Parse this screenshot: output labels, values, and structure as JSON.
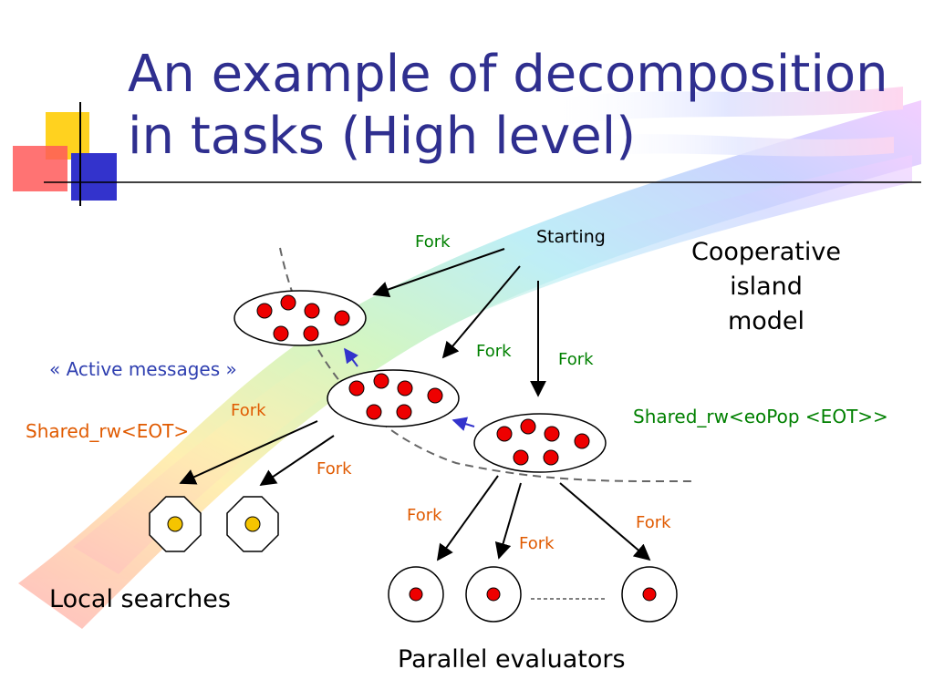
{
  "title": {
    "line1": "An example of decomposition",
    "line2": "in tasks (High level)"
  },
  "labels": {
    "starting": "Starting",
    "model": [
      "Cooperative",
      "island",
      "model"
    ],
    "active_messages": "« Active messages »",
    "shared_rw_eot": "Shared_rw<EOT>",
    "shared_rw_eopop": "Shared_rw<eoPop <EOT>>",
    "local_searches": "Local searches",
    "parallel_evaluators": "Parallel evaluators",
    "fork": "Fork"
  },
  "colors": {
    "title": "#2f2f8f",
    "individual": "#ee0000",
    "local_search_node": "#f5c400",
    "fork_green": "#008000",
    "fork_orange": "#e05a00",
    "active_messages": "#2f3fb0",
    "message_arrow": "#3333cc"
  }
}
